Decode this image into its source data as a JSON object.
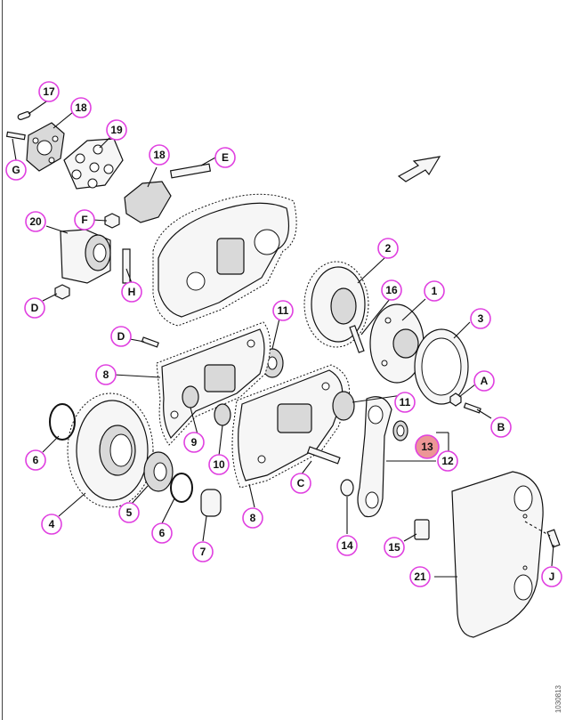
{
  "figure": {
    "reference_code": "1030813",
    "highlight_color": "#e57373",
    "callout_ring_color": "#e040e0"
  },
  "callouts": [
    {
      "id": "c17",
      "label": "17"
    },
    {
      "id": "c18a",
      "label": "18"
    },
    {
      "id": "c19",
      "label": "19"
    },
    {
      "id": "cG",
      "label": "G"
    },
    {
      "id": "c18b",
      "label": "18"
    },
    {
      "id": "cE",
      "label": "E"
    },
    {
      "id": "c20",
      "label": "20"
    },
    {
      "id": "cF",
      "label": "F"
    },
    {
      "id": "cH",
      "label": "H"
    },
    {
      "id": "cD1",
      "label": "D"
    },
    {
      "id": "c2",
      "label": "2"
    },
    {
      "id": "c16",
      "label": "16"
    },
    {
      "id": "c1",
      "label": "1"
    },
    {
      "id": "c3",
      "label": "3"
    },
    {
      "id": "c11a",
      "label": "11"
    },
    {
      "id": "cD2",
      "label": "D"
    },
    {
      "id": "c8a",
      "label": "8"
    },
    {
      "id": "cA",
      "label": "A"
    },
    {
      "id": "c11b",
      "label": "11"
    },
    {
      "id": "cB",
      "label": "B"
    },
    {
      "id": "c9",
      "label": "9"
    },
    {
      "id": "c13",
      "label": "13",
      "highlighted": true
    },
    {
      "id": "c12",
      "label": "12"
    },
    {
      "id": "c6a",
      "label": "6"
    },
    {
      "id": "c10",
      "label": "10"
    },
    {
      "id": "cC",
      "label": "C"
    },
    {
      "id": "c5",
      "label": "5"
    },
    {
      "id": "c6b",
      "label": "6"
    },
    {
      "id": "c8b",
      "label": "8"
    },
    {
      "id": "c4",
      "label": "4"
    },
    {
      "id": "c7",
      "label": "7"
    },
    {
      "id": "c14",
      "label": "14"
    },
    {
      "id": "c15",
      "label": "15"
    },
    {
      "id": "c21",
      "label": "21"
    },
    {
      "id": "cJ",
      "label": "J"
    }
  ]
}
